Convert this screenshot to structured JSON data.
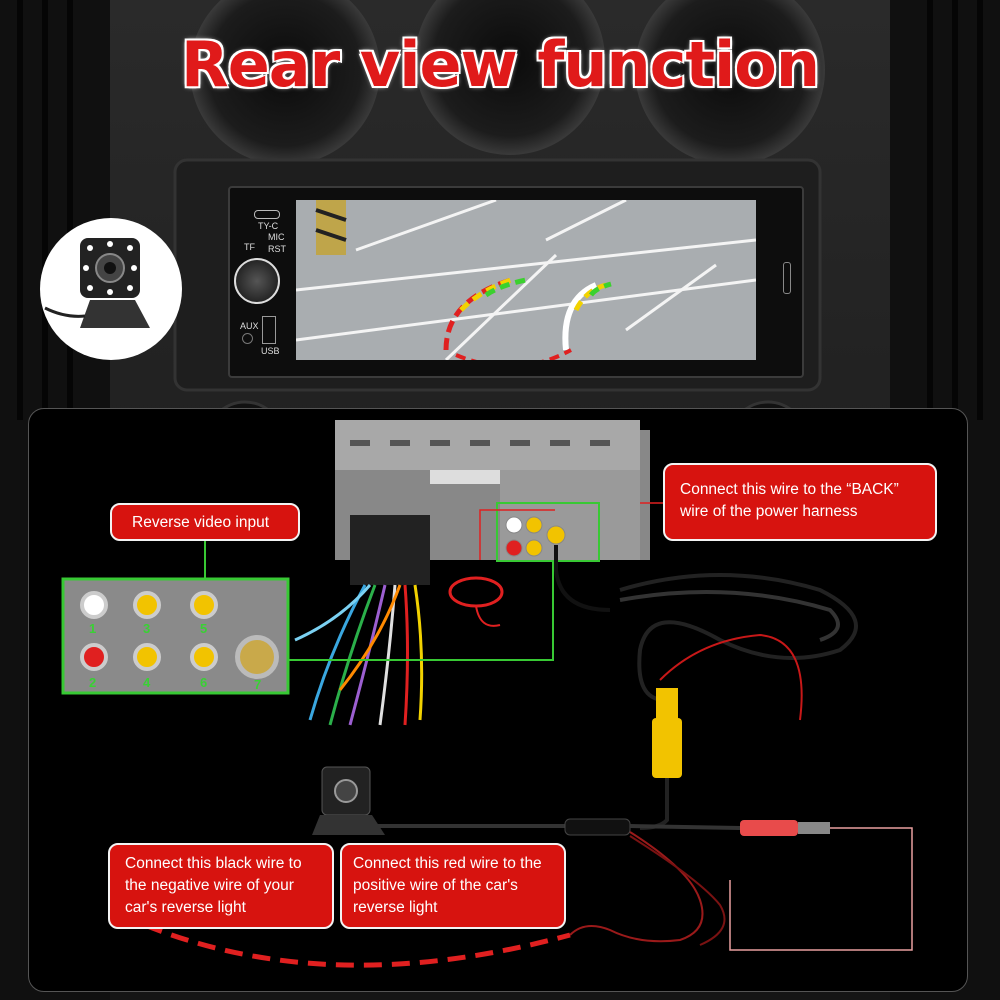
{
  "title": "Rear view function",
  "callouts": {
    "reverse_video_input": "Reverse video input",
    "back_wire": "Connect this wire to the “BACK” wire of the power harness",
    "black_wire": "Connect this black wire to the negative wire of your car's reverse light",
    "red_wire": "Connect this red wire to the positive wire of the car's reverse light"
  },
  "head_unit_labels": {
    "typec": "TY-C",
    "mic": "MIC",
    "tf": "TF",
    "rst": "RST",
    "aux": "AUX",
    "usb": "USB"
  },
  "rca_ports": [
    "1",
    "2",
    "3",
    "4",
    "5",
    "6",
    "7"
  ],
  "colors": {
    "accent_red": "#d7130f",
    "highlight_green": "#38c934",
    "rca_yellow": "#f2c300"
  }
}
